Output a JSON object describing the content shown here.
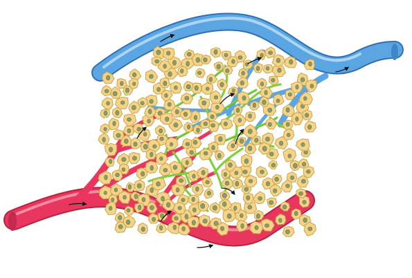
{
  "colors": {
    "background": "#ffffff",
    "artery": "#e8365f",
    "artery_dark": "#b8213f",
    "artery_highlight": "#f7a0b4",
    "vein": "#5ba6e2",
    "vein_dark": "#2f6fb3",
    "vein_highlight": "#bfe2f7",
    "capillary": "#7dd13a",
    "capillary_dark": "#3e8f1c",
    "cell_fill": "#f5d48a",
    "cell_edge": "#c9a44a",
    "nucleus": "#8e9b63",
    "flow_arrow": "#111111"
  },
  "elements": [
    "vein",
    "artery",
    "capillary-network",
    "tissue-cells",
    "flow-arrows"
  ]
}
